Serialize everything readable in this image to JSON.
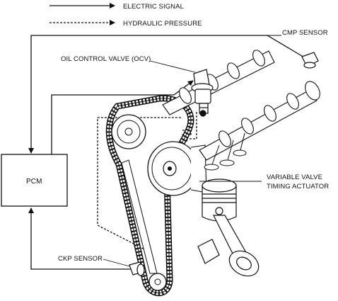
{
  "legend": {
    "electric_signal": "ELECTRIC SIGNAL",
    "hydraulic_pressure": "HYDRAULIC PRESSURE"
  },
  "labels": {
    "cmp_sensor": "CMP SENSOR",
    "ocv": "OIL CONTROL VALVE (OCV)",
    "pcm": "PCM",
    "vvt_line1": "VARIABLE VALVE",
    "vvt_line2": "TIMING ACTUATOR",
    "ckp_sensor": "CKP SENSOR"
  },
  "colors": {
    "line": "#111111",
    "background": "#ffffff"
  }
}
